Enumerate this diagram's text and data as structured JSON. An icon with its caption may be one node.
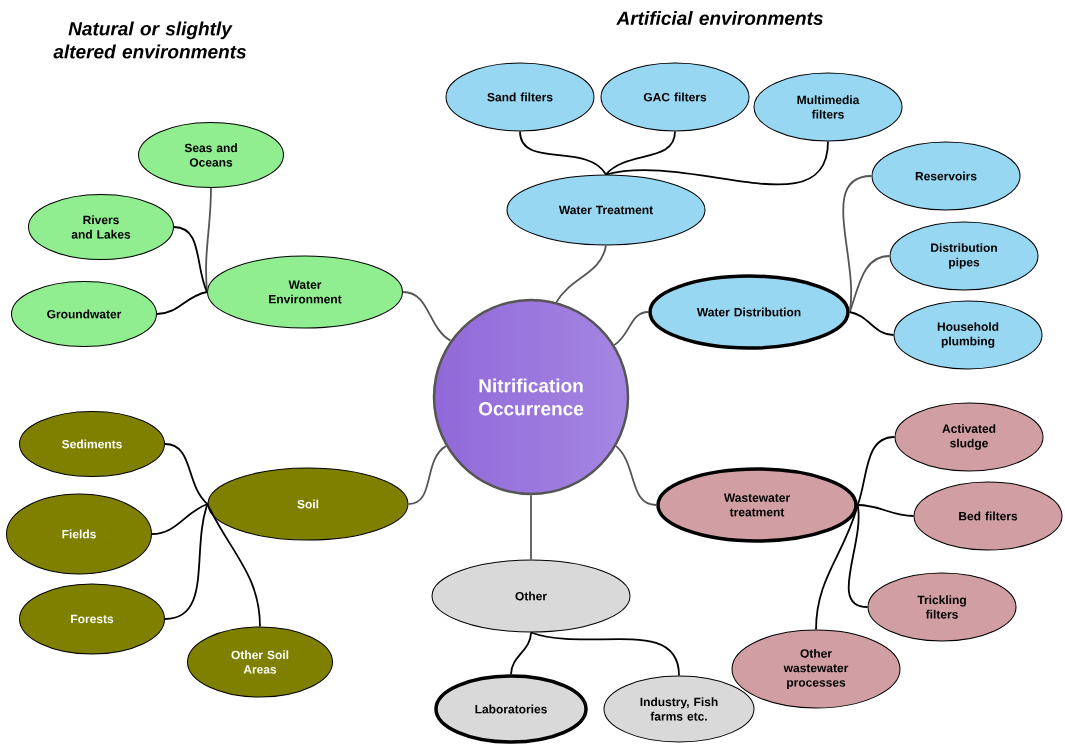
{
  "diagram": {
    "nodes": [
      {
        "text": [
          "Nitrification Occurrence"
        ]
      },
      {
        "text": [
          "Water Environment"
        ]
      },
      {
        "text": [
          "Seas and Oceans"
        ]
      },
      {
        "text": [
          "Rivers and Lakes"
        ]
      },
      {
        "text": [
          "Groundwater"
        ]
      },
      {
        "text": [
          "Water Treatment"
        ]
      },
      {
        "text": [
          "Sand filters"
        ]
      },
      {
        "text": [
          "GAC filters"
        ]
      },
      {
        "text": [
          "Multimedia filters"
        ]
      },
      {
        "text": [
          "Water Distribution"
        ]
      },
      {
        "text": [
          "Reservoirs"
        ]
      },
      {
        "text": [
          "Distribution pipes"
        ]
      },
      {
        "text": [
          "Household plumbing"
        ]
      },
      {
        "text": [
          "Soil"
        ]
      },
      {
        "text": [
          "Sediments"
        ]
      },
      {
        "text": [
          "Fields"
        ]
      },
      {
        "text": [
          "Forests"
        ]
      },
      {
        "text": [
          "Other Soil Areas"
        ]
      },
      {
        "text": [
          "Wastewater treatment"
        ]
      },
      {
        "text": [
          "Activated sludge"
        ]
      },
      {
        "text": [
          "Bed filters"
        ]
      },
      {
        "text": [
          "Trickling filters"
        ]
      },
      {
        "text": [
          "Other wastewater processes"
        ]
      },
      {
        "text": [
          "Other"
        ]
      },
      {
        "text": [
          "Laboratories"
        ]
      },
      {
        "text": [
          "Industry, Fish farms etc."
        ]
      }
    ],
    "edges": [
      {
        "from": 0,
        "to": 1,
        "arrow": "none",
        "color": "#555555"
      },
      {
        "from": 1,
        "to": 2,
        "arrow": "none",
        "color": "#555555"
      },
      {
        "from": 1,
        "to": 3,
        "arrow": "none"
      },
      {
        "from": 1,
        "to": 4,
        "arrow": "none"
      },
      {
        "from": 0,
        "to": 5,
        "arrow": "none",
        "color": "#555555"
      },
      {
        "from": 5,
        "to": 6,
        "arrow": "none"
      },
      {
        "from": 5,
        "to": 7,
        "arrow": "none"
      },
      {
        "from": 5,
        "to": 8,
        "arrow": "none"
      },
      {
        "from": 0,
        "to": 9,
        "arrow": "none",
        "color": "#555555"
      },
      {
        "from": 9,
        "to": 10,
        "arrow": "none",
        "color": "#555555"
      },
      {
        "from": 9,
        "to": 11,
        "arrow": "none",
        "color": "#555555"
      },
      {
        "from": 9,
        "to": 12,
        "arrow": "none"
      },
      {
        "from": 0,
        "to": 13,
        "arrow": "none",
        "color": "#555555"
      },
      {
        "from": 13,
        "to": 14,
        "arrow": "none"
      },
      {
        "from": 13,
        "to": 15,
        "arrow": "none"
      },
      {
        "from": 13,
        "to": 16,
        "arrow": "none"
      },
      {
        "from": 13,
        "to": 17,
        "arrow": "none"
      },
      {
        "from": 0,
        "to": 18,
        "arrow": "none",
        "color": "#555555"
      },
      {
        "from": 18,
        "to": 19,
        "arrow": "none"
      },
      {
        "from": 18,
        "to": 20,
        "arrow": "none"
      },
      {
        "from": 18,
        "to": 21,
        "arrow": "none"
      },
      {
        "from": 18,
        "to": 22,
        "arrow": "none"
      },
      {
        "from": 0,
        "to": 23,
        "arrow": "none",
        "color": "#555555"
      },
      {
        "from": 23,
        "to": 24,
        "arrow": "none"
      },
      {
        "from": 23,
        "to": 25,
        "arrow": "none"
      }
    ],
    "labels": [
      "Natural or slightly altered environments",
      "Artificial environments"
    ]
  }
}
